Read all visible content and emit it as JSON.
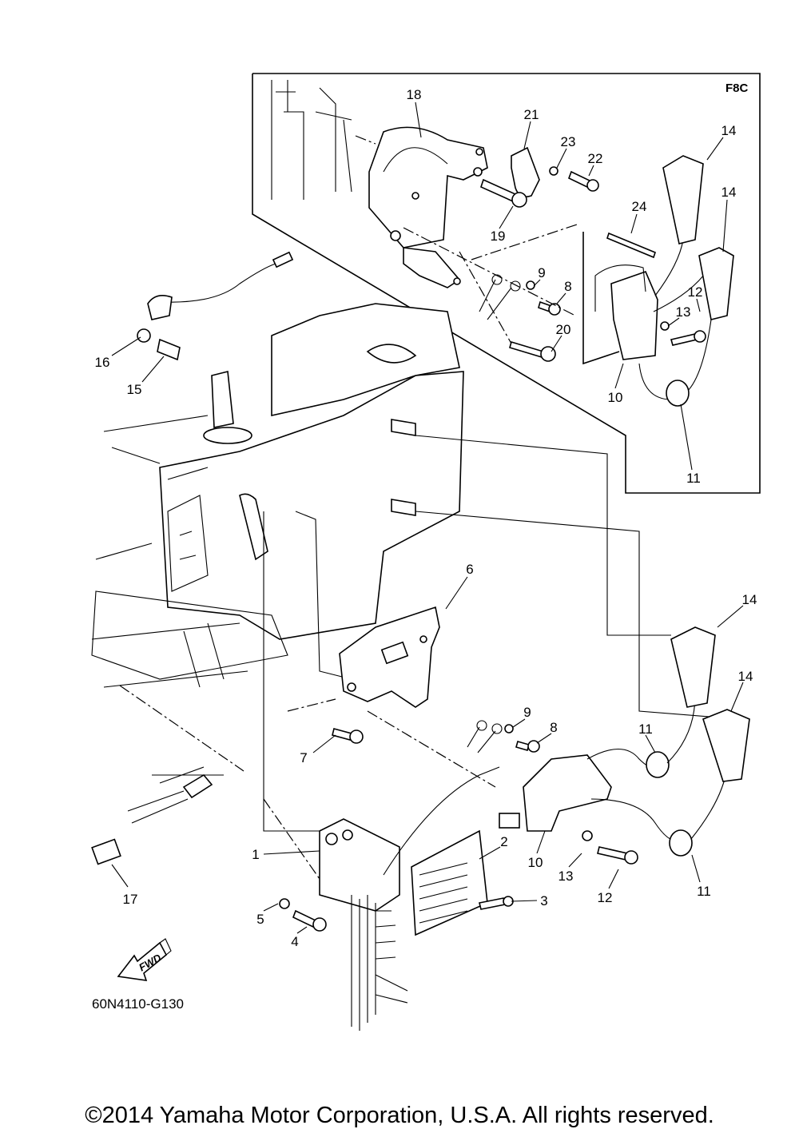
{
  "inset": {
    "tag": "F8C",
    "callouts": [
      "18",
      "21",
      "23",
      "22",
      "14",
      "14",
      "24",
      "19",
      "9",
      "8",
      "12",
      "13",
      "20",
      "10",
      "11"
    ]
  },
  "main": {
    "callouts": [
      "16",
      "15",
      "6",
      "14",
      "14",
      "9",
      "8",
      "11",
      "7",
      "1",
      "2",
      "10",
      "13",
      "3",
      "12",
      "11",
      "17",
      "5",
      "4"
    ]
  },
  "fwd_label": "FWD",
  "diagram_code": "60N4110-G130",
  "copyright": "©2014 Yamaha Motor Corporation, U.S.A. All rights reserved."
}
